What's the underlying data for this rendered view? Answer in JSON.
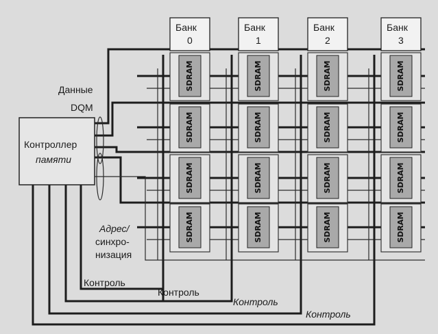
{
  "controller": {
    "line1": "Контроллер",
    "line2": "памяти"
  },
  "labels": {
    "data": "Данные",
    "dqm": "DQM",
    "addr1": "Адрес/",
    "addr2": "синхро-",
    "addr3": "низация"
  },
  "banks": [
    {
      "line1": "Банк",
      "line2": "0"
    },
    {
      "line1": "Банк",
      "line2": "1"
    },
    {
      "line1": "Банк",
      "line2": "2"
    },
    {
      "line1": "Банк",
      "line2": "3"
    }
  ],
  "chip_label": "SDRAM",
  "control_labels": [
    "Контроль",
    "Контроль",
    "Контроль",
    "Контроль"
  ],
  "colors": {
    "background": "#dcdcdc",
    "chip_fill": "#a9a9a9",
    "line": "#1c1c1c"
  }
}
